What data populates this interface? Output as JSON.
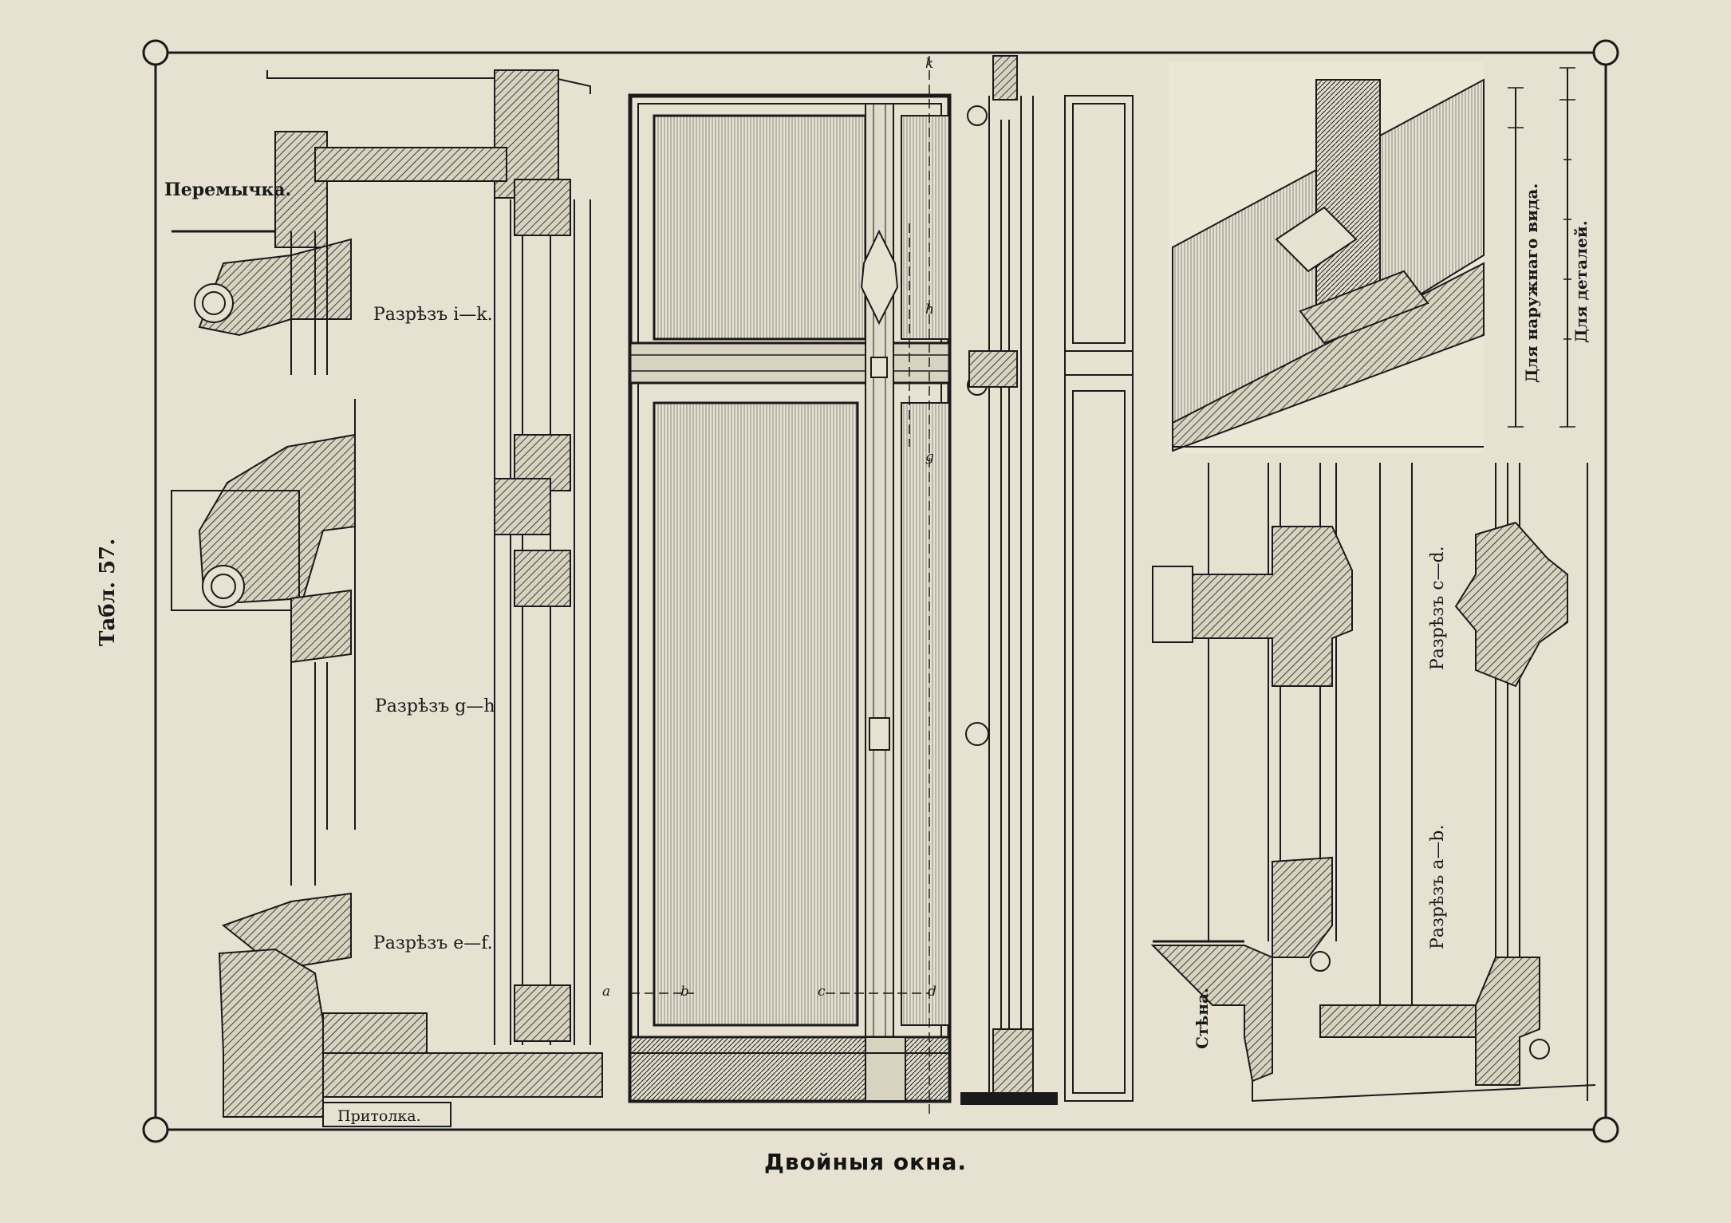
{
  "plate": {
    "number_label": "Табл. 57.",
    "caption": "Двойныя окна."
  },
  "labels": {
    "lintel": "Перемычка.",
    "section_ik": "Разрѣзъ i—k.",
    "section_gh": "Разрѣзъ g—h",
    "section_ef": "Разрѣзъ e—f.",
    "jamb": "Притолка.",
    "section_cd": "Разрѣзъ c—d.",
    "section_ab": "Разрѣзъ a—b.",
    "wall": "Стѣна.",
    "scale_exterior": "Для наружнаго вида.",
    "scale_details": "Для деталей."
  },
  "cut_marks": {
    "k": "k",
    "h": "h",
    "g": "g",
    "a": "a",
    "b": "b",
    "c": "c",
    "d": "d"
  },
  "colors": {
    "paper": "#e6e1d1",
    "ink": "#1a1a1a"
  }
}
